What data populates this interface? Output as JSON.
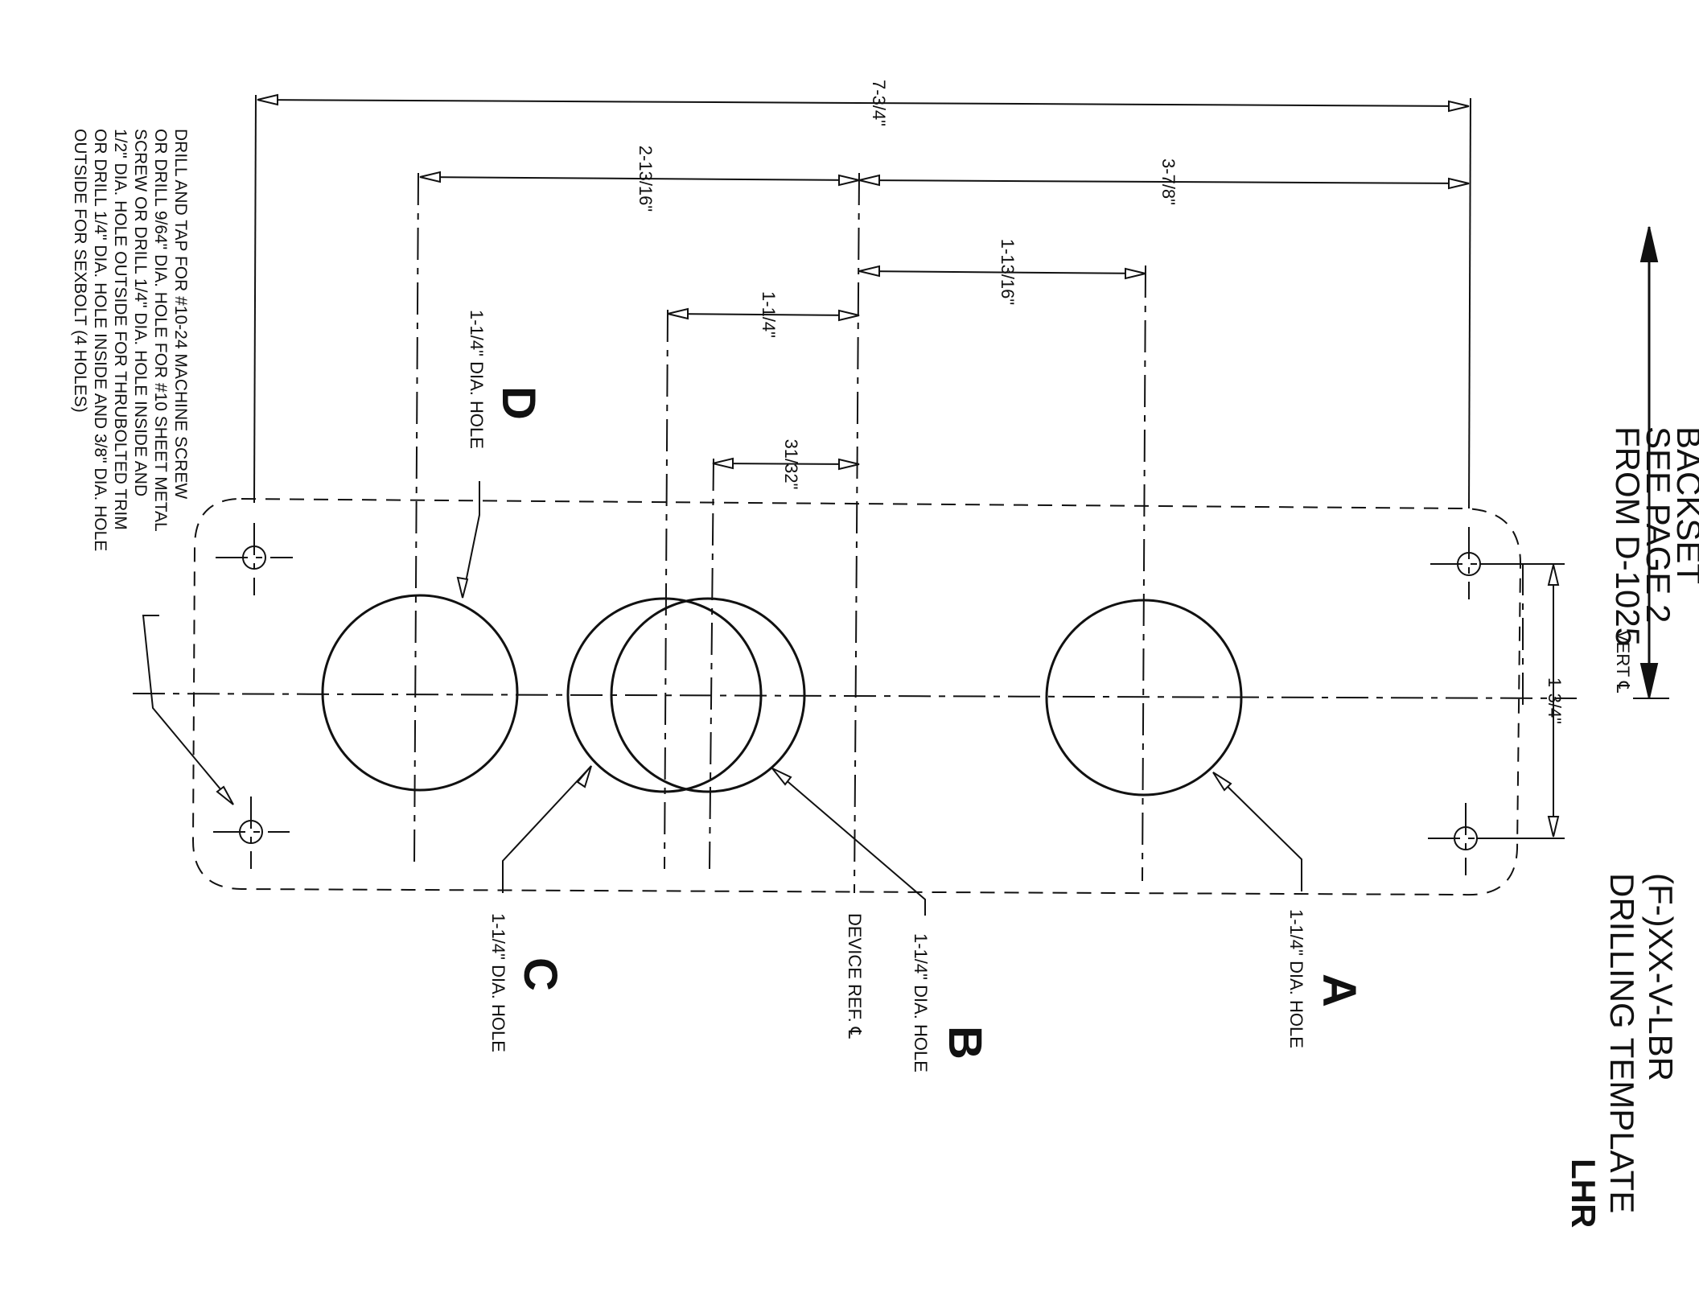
{
  "title": {
    "line1": "(F-)XX-V-LBR",
    "line2": "DRILLING TEMPLATE",
    "line3": "LHR"
  },
  "backset_note": {
    "line1": "BACKSET",
    "line2": "SEE PAGE 2",
    "line3": "FROM D-1025"
  },
  "vert_cl": "VERT ℄",
  "device_ref": "DEVICE REF. ℄",
  "dimensions": {
    "overall": "7-3/4\"",
    "left_to_ref": "2-13/16\"",
    "ref_to_right": "3-7/8\"",
    "ref_to_a": "1-13/16\"",
    "ref_to_c": "1-1/4\"",
    "ref_to_b": "31/32\"",
    "screw_spacing": "1-3/4\""
  },
  "holes": {
    "a": {
      "letter": "A",
      "label": "1-1/4\" DIA. HOLE"
    },
    "b": {
      "letter": "B",
      "label": "1-1/4\" DIA. HOLE"
    },
    "c": {
      "letter": "C",
      "label": "1-1/4\" DIA. HOLE"
    },
    "d": {
      "letter": "D",
      "label": "1-1/4\" DIA. HOLE"
    }
  },
  "drill_note": [
    "DRILL AND TAP FOR #10-24 MACHINE SCREW",
    "OR DRILL 9/64\" DIA. HOLE FOR #10 SHEET METAL",
    "SCREW OR DRILL 1/4\" DIA. HOLE INSIDE AND",
    "1/2\" DIA. HOLE OUTSIDE FOR THRUBOLTED TRIM",
    "OR DRILL 1/4\" DIA. HOLE INSIDE AND 3/8\" DIA. HOLE",
    "OUTSIDE FOR SEXBOLT (4 HOLES)"
  ]
}
